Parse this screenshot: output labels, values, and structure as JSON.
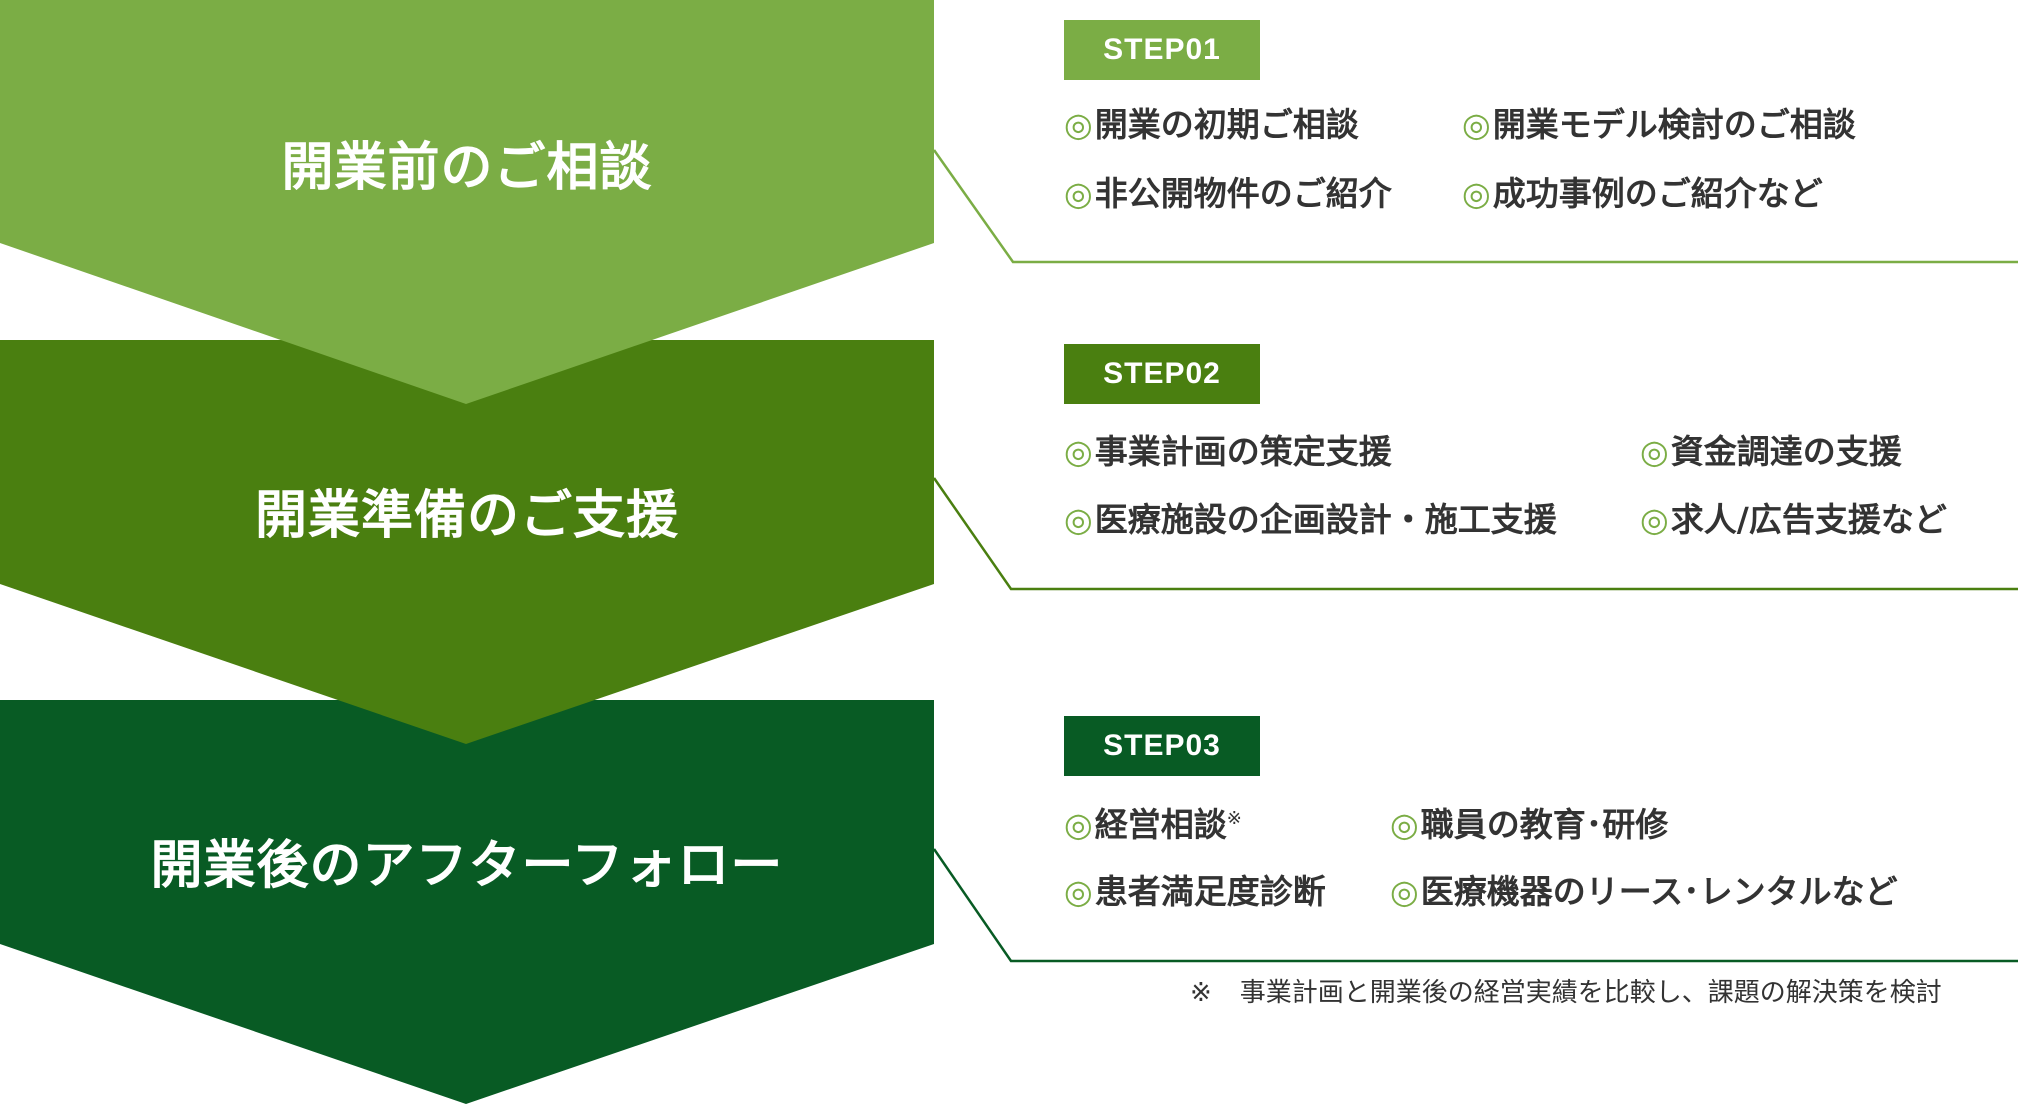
{
  "colors": {
    "step1": "#7bad45",
    "step2": "#4a7f10",
    "step3": "#085b24",
    "text": "#333333",
    "bullet": "#7bad45"
  },
  "bullet_glyph": "◎",
  "phases": [
    {
      "title": "開業前のご相談",
      "badge": "STEP01",
      "items": [
        "開業の初期ご相談",
        "開業モデル検討のご相談",
        "非公開物件のご紹介",
        "成功事例のご紹介など"
      ]
    },
    {
      "title": "開業準備のご支援",
      "badge": "STEP02",
      "items": [
        "事業計画の策定支援",
        "資金調達の支援",
        "医療施設の企画設計・施工支援",
        "求人/広告支援など"
      ]
    },
    {
      "title": "開業後のアフターフォロー",
      "badge": "STEP03",
      "items": [
        "経営相談",
        "職員の教育･研修",
        "患者満足度診断",
        "医療機器のリース･レンタルなど"
      ],
      "item0_note_mark": "※"
    }
  ],
  "footnote": {
    "mark": "※",
    "text": "事業計画と開業後の経営実績を比較し、課題の解決策を検討"
  }
}
